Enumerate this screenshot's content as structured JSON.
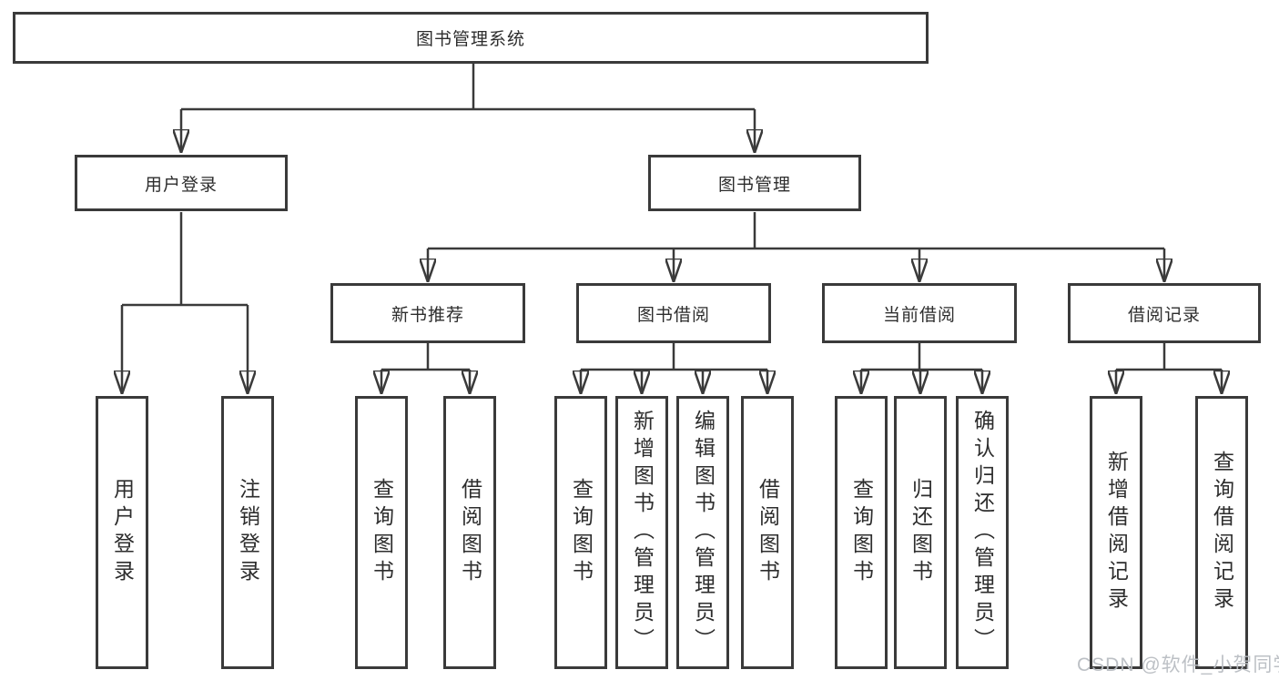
{
  "tree": {
    "label": "图书管理系统",
    "children": [
      {
        "label": "用户登录",
        "children": [
          {
            "label": "用户登录"
          },
          {
            "label": "注销登录"
          }
        ]
      },
      {
        "label": "图书管理",
        "children": [
          {
            "label": "新书推荐",
            "children": [
              {
                "label": "查询图书"
              },
              {
                "label": "借阅图书"
              }
            ]
          },
          {
            "label": "图书借阅",
            "children": [
              {
                "label": "查询图书"
              },
              {
                "label": "新增图书（管理员）"
              },
              {
                "label": "编辑图书（管理员）"
              },
              {
                "label": "借阅图书"
              }
            ]
          },
          {
            "label": "当前借阅",
            "children": [
              {
                "label": "查询图书"
              },
              {
                "label": "归还图书"
              },
              {
                "label": "确认归还（管理员）"
              }
            ]
          },
          {
            "label": "借阅记录",
            "children": [
              {
                "label": "新增借阅记录"
              },
              {
                "label": "查询借阅记录"
              }
            ]
          }
        ]
      }
    ]
  },
  "watermark": {
    "text": "CSDN @软件_小贺同学"
  },
  "colors": {
    "line": "#3a3a3a",
    "box_border": "#3a3a3a",
    "text": "#2d2d2d",
    "watermark": "#b9bdc2",
    "background": "#ffffff"
  },
  "diagram_type": "functional-structure-chart"
}
